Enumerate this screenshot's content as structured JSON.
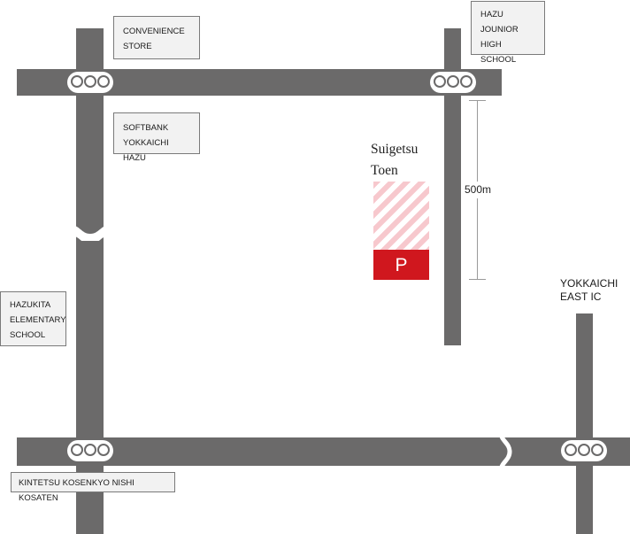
{
  "labels": {
    "convenience_store": "CONVENIENCE\nSTORE",
    "hazu_school": "HAZU\nJOUNIOR HIGH\nSCHOOL",
    "softbank": "SOFTBANK\nYOKKAICHI HAZU",
    "hazukita_school": "HAZUKITA\nELEMENTARY\nSCHOOL",
    "kintetsu": "KINTETSU KOSENKYO NISHI KOSATEN",
    "yokkaichi_ic": "YOKKAICHI\nEAST IC"
  },
  "destination": {
    "name": "Suigetsu\nToen",
    "parking_symbol": "P"
  },
  "scale": {
    "label": "500m"
  },
  "colors": {
    "road": "#6b6a6a",
    "parking_red": "#d0171e",
    "stripe_pink": "#f7c8cd"
  }
}
